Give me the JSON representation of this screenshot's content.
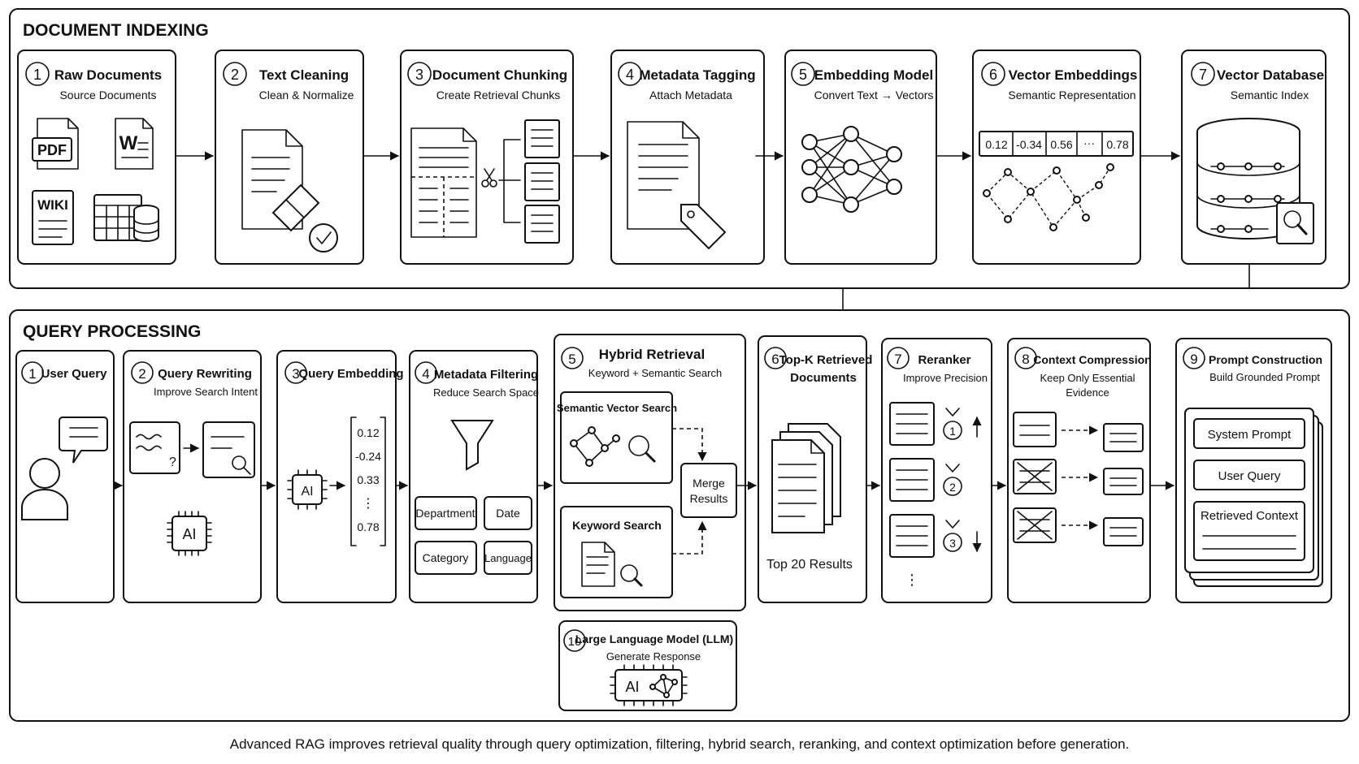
{
  "sections": {
    "indexing_title": "DOCUMENT INDEXING",
    "query_title": "QUERY PROCESSING"
  },
  "indexing_steps": [
    {
      "num": "1",
      "title": "Raw Documents",
      "subtitle": "Source Documents"
    },
    {
      "num": "2",
      "title": "Text Cleaning",
      "subtitle": "Clean & Normalize"
    },
    {
      "num": "3",
      "title": "Document Chunking",
      "subtitle": "Create Retrieval Chunks"
    },
    {
      "num": "4",
      "title": "Metadata Tagging",
      "subtitle": "Attach Metadata"
    },
    {
      "num": "5",
      "title": "Embedding Model",
      "subtitle": "Convert Text → Vectors"
    },
    {
      "num": "6",
      "title": "Vector Embeddings",
      "subtitle": "Semantic Representation"
    },
    {
      "num": "7",
      "title": "Vector Database",
      "subtitle": "Semantic Index"
    }
  ],
  "raw_doc_labels": {
    "pdf": "PDF",
    "word": "W",
    "wiki": "WIKI"
  },
  "vector_values": [
    "0.12",
    "-0.34",
    "0.56",
    "···",
    "0.78"
  ],
  "query_steps": [
    {
      "num": "1",
      "title": "User Query",
      "subtitle": ""
    },
    {
      "num": "2",
      "title": "Query Rewriting",
      "subtitle": "Improve Search Intent"
    },
    {
      "num": "3",
      "title": "Query Embedding",
      "subtitle": ""
    },
    {
      "num": "4",
      "title": "Metadata Filtering",
      "subtitle": "Reduce Search Space"
    },
    {
      "num": "5",
      "title": "Hybrid Retrieval",
      "subtitle": "Keyword + Semantic Search"
    },
    {
      "num": "6",
      "title": "Top-K Retrieved",
      "title2": "Documents",
      "subtitle": ""
    },
    {
      "num": "7",
      "title": "Reranker",
      "subtitle": "Improve Precision"
    },
    {
      "num": "8",
      "title": "Context Compression",
      "subtitle": "Keep Only Essential",
      "subtitle2": "Evidence"
    },
    {
      "num": "9",
      "title": "Prompt Construction",
      "subtitle": "Build Grounded Prompt"
    }
  ],
  "ai_label": "AI",
  "query_vector": [
    "0.12",
    "-0.24",
    "0.33",
    "⋮",
    "0.78"
  ],
  "filters": [
    "Department",
    "Date",
    "Category",
    "Language"
  ],
  "hybrid": {
    "semantic": "Semantic Vector Search",
    "keyword": "Keyword Search",
    "merge_line1": "Merge",
    "merge_line2": "Results"
  },
  "topk_results": "Top 20 Results",
  "rank_labels": [
    "1",
    "2",
    "3"
  ],
  "prompt_parts": [
    "System Prompt",
    "User Query",
    "Retrieved Context"
  ],
  "llm": {
    "num": "10",
    "title": "Large Language Model (LLM)",
    "subtitle": "Generate Response"
  },
  "caption": "Advanced RAG improves retrieval quality through query optimization, filtering, hybrid search, reranking, and context optimization before generation."
}
